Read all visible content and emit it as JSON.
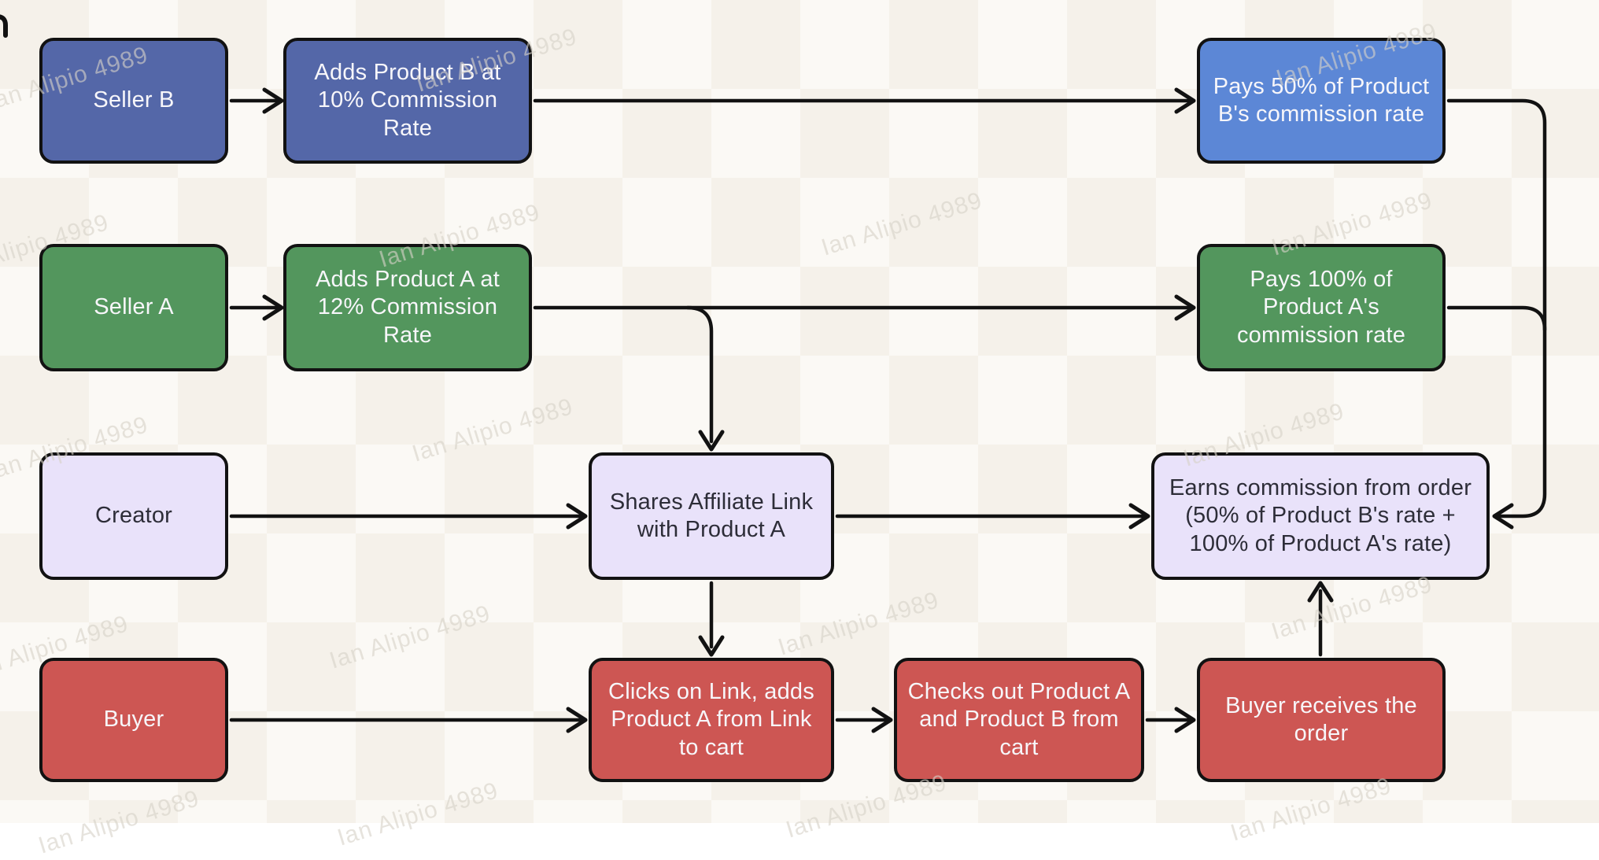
{
  "diagram": {
    "watermark": {
      "text": "Ian Alipio 4989"
    },
    "colors": {
      "indigo": "#5467a8",
      "blue": "#5c87d6",
      "green": "#53965d",
      "lavender": "#e9e2fa",
      "red": "#cd5653",
      "line": "#121212",
      "text_light": "#f7f6fa",
      "text_dark": "#2d2d38",
      "background": "#faf7f2"
    },
    "nodes": [
      {
        "id": "seller-b",
        "label": "Seller B",
        "color": "indigo",
        "text": "light"
      },
      {
        "id": "adds-product-b",
        "label": "Adds Product B at\n10% Commission Rate",
        "color": "indigo",
        "text": "light"
      },
      {
        "id": "pays-50",
        "label": "Pays 50% of Product\nB's commission rate",
        "color": "blue",
        "text": "light"
      },
      {
        "id": "seller-a",
        "label": "Seller A",
        "color": "green",
        "text": "light"
      },
      {
        "id": "adds-product-a",
        "label": "Adds Product A at\n12% Commission Rate",
        "color": "green",
        "text": "light"
      },
      {
        "id": "pays-100",
        "label": "Pays 100% of\nProduct A's\ncommission rate",
        "color": "green",
        "text": "light"
      },
      {
        "id": "creator",
        "label": "Creator",
        "color": "lavender",
        "text": "dark"
      },
      {
        "id": "shares-link",
        "label": "Shares Affiliate Link\nwith Product A",
        "color": "lavender",
        "text": "dark"
      },
      {
        "id": "earns-commission",
        "label": "Earns commission from order\n(50% of Product B's rate +\n100% of Product A's rate)",
        "color": "lavender",
        "text": "dark"
      },
      {
        "id": "buyer",
        "label": "Buyer",
        "color": "red",
        "text": "light"
      },
      {
        "id": "clicks-link",
        "label": "Clicks on Link, adds\nProduct A from Link\nto cart",
        "color": "red",
        "text": "light"
      },
      {
        "id": "checks-out",
        "label": "Checks out Product A\nand Product B from\ncart",
        "color": "red",
        "text": "light"
      },
      {
        "id": "receives-order",
        "label": "Buyer receives the\norder",
        "color": "red",
        "text": "light"
      }
    ],
    "edges": [
      {
        "from": "seller-b",
        "to": "adds-product-b"
      },
      {
        "from": "adds-product-b",
        "to": "pays-50"
      },
      {
        "from": "seller-a",
        "to": "adds-product-a"
      },
      {
        "from": "adds-product-a",
        "to": "pays-100"
      },
      {
        "from": "adds-product-a",
        "to": "shares-link"
      },
      {
        "from": "creator",
        "to": "shares-link"
      },
      {
        "from": "shares-link",
        "to": "earns-commission"
      },
      {
        "from": "shares-link",
        "to": "clicks-link"
      },
      {
        "from": "buyer",
        "to": "clicks-link"
      },
      {
        "from": "clicks-link",
        "to": "checks-out"
      },
      {
        "from": "checks-out",
        "to": "receives-order"
      },
      {
        "from": "receives-order",
        "to": "earns-commission"
      },
      {
        "from": "pays-50",
        "to": "earns-commission"
      },
      {
        "from": "pays-100",
        "to": "earns-commission"
      }
    ]
  }
}
